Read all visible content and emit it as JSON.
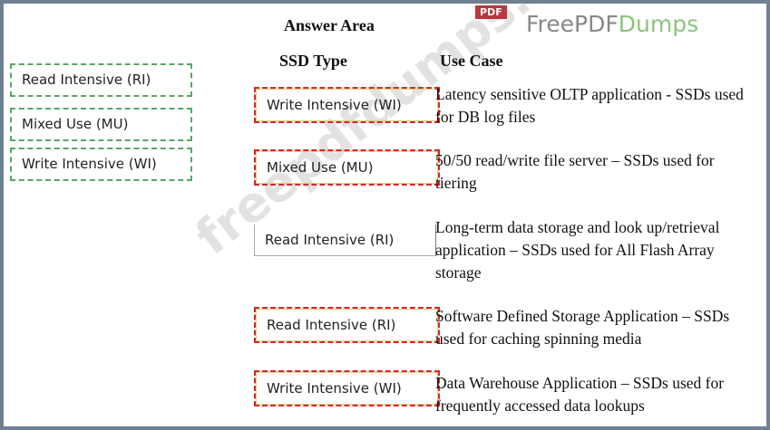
{
  "title": "Answer Area",
  "headers": {
    "ssd_type": "SSD Type",
    "use_case": "Use Case"
  },
  "source_items": [
    "Read Intensive (RI)",
    "Mixed Use (MU)",
    "Write Intensive (WI)"
  ],
  "rows": [
    {
      "answer": "Write Intensive (WI)",
      "use_case": "Latency sensitive OLTP application - SSDs used for DB log files"
    },
    {
      "answer": "Mixed Use (MU)",
      "use_case": "50/50 read/write file server – SSDs used for tiering"
    },
    {
      "answer": "Read Intensive (RI)",
      "use_case": "Long-term data storage and look up/retrieval application – SSDs used for All Flash Array storage"
    },
    {
      "answer": "Read Intensive (RI)",
      "use_case": "Software Defined Storage Application – SSDs used for caching spinning media"
    },
    {
      "answer": "Write Intensive (WI)",
      "use_case": "Data Warehouse Application – SSDs used for frequently accessed data lookups"
    }
  ],
  "logo": {
    "badge": "PDF",
    "text_a": "FreePDF",
    "text_b": "Dumps"
  },
  "watermark": "freepdfdumps.com"
}
